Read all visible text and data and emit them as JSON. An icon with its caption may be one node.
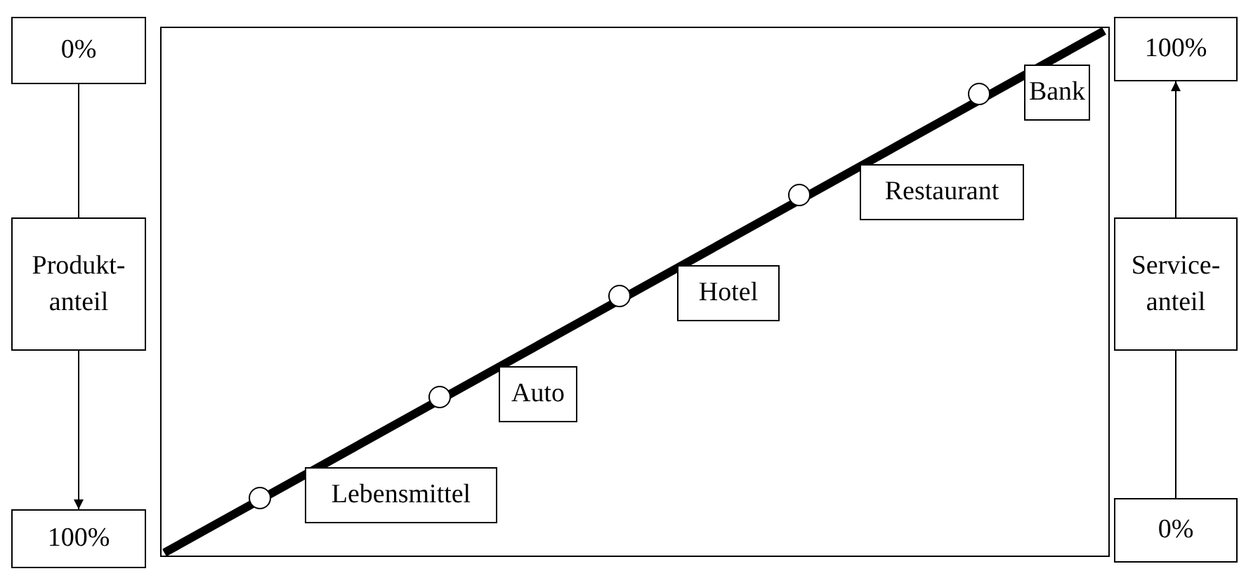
{
  "diagram": {
    "nodes": [
      {
        "text": [
          "0%"
        ]
      },
      {
        "text": [
          "Produkt- anteil"
        ]
      },
      {
        "text": [
          "100%"
        ]
      },
      {
        "text": [],
        "shape": "box"
      },
      {
        "text": [],
        "shape": "circle",
        "in": 3
      },
      {
        "text": [],
        "shape": "circle",
        "in": 3
      },
      {
        "text": [],
        "shape": "circle",
        "in": 3
      },
      {
        "text": [],
        "shape": "circle",
        "in": 3
      },
      {
        "text": [],
        "shape": "circle",
        "in": 3
      },
      {
        "text": [
          "Lebensmittel"
        ],
        "in": 3
      },
      {
        "text": [
          "Auto"
        ],
        "in": 3
      },
      {
        "text": [
          "Hotel"
        ],
        "in": 3
      },
      {
        "text": [
          "Restaurant"
        ],
        "in": 3
      },
      {
        "text": [
          "Bank"
        ],
        "in": 3
      },
      {
        "text": [
          "100%"
        ]
      },
      {
        "text": [
          "Service- anteil"
        ]
      },
      {
        "text": [
          "0%"
        ]
      }
    ],
    "edges": [
      {
        "from": 0,
        "to": 1,
        "arrow": "none"
      },
      {
        "from": 1,
        "to": 2,
        "arrow": "to"
      },
      {
        "from": 16,
        "to": 15,
        "arrow": "none"
      },
      {
        "from": 15,
        "to": 14,
        "arrow": "to"
      }
    ]
  }
}
